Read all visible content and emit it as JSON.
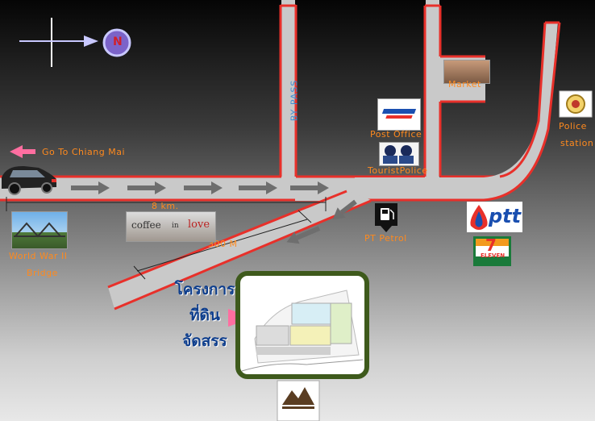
{
  "compass": {
    "north_label": "N"
  },
  "roads": {
    "bypass_label": "BY PASS"
  },
  "directions": {
    "chiang_mai": "Go To Chiang Mai"
  },
  "distances": {
    "eight_km": "8 km.",
    "three_hundred_m": "300 M"
  },
  "landmarks": {
    "market": "Market",
    "post_office": "Post Office",
    "tourist_police": "TouristPolice",
    "police_station_line1": "Police",
    "police_station_line2": "station",
    "pt_petrol": "PT Petrol",
    "bridge_line1": "World War II",
    "bridge_line2": "Bridge"
  },
  "logos": {
    "ptt": "ptt",
    "seven_eleven_num": "7",
    "seven_eleven_text": "ELEVEN"
  },
  "cafe_sign": {
    "text1": "coffee",
    "text2": "in",
    "text3": "love"
  },
  "project": {
    "title_line1": "โครงการ",
    "title_line2": "ที่ดิน",
    "title_line3": "จัดสรร"
  },
  "colors": {
    "road_fill": "#c9c9c9",
    "road_border": "#e8302a",
    "label": "#ff8a1e",
    "frame": "#3e5a1c",
    "arrow": "#ff6ea0"
  }
}
